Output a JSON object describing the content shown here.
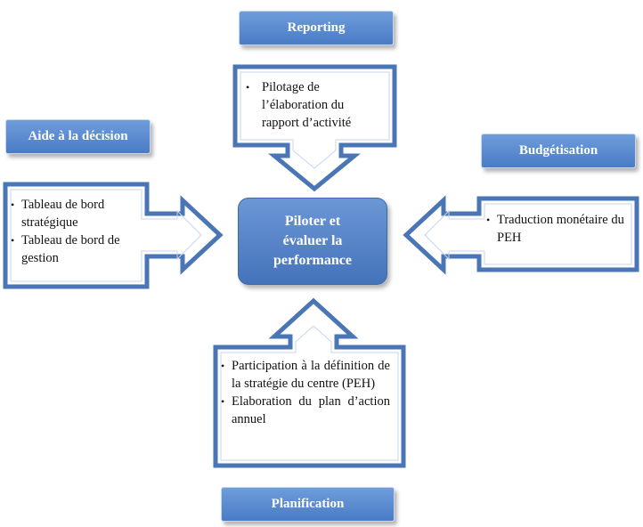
{
  "center": {
    "line1": "Piloter et",
    "line2": "évaluer la",
    "line3": "performance"
  },
  "labels": {
    "reporting": "Reporting",
    "aide": "Aide à la décision",
    "budget": "Budgétisation",
    "planif": "Planification"
  },
  "callouts": {
    "top": [
      "Pilotage de l’élaboration du rapport d’activité"
    ],
    "left": [
      "Tableau de bord stratégique",
      "Tableau de bord de gestion"
    ],
    "right": [
      "Traduction monétaire du PEH"
    ],
    "bottom": [
      "Participation à la définition de la stratégie du centre (PEH)",
      "Elaboration du plan d’action annuel"
    ]
  },
  "colors": {
    "accent": "#4f81bd",
    "arrow_border": "#4a76b5"
  }
}
